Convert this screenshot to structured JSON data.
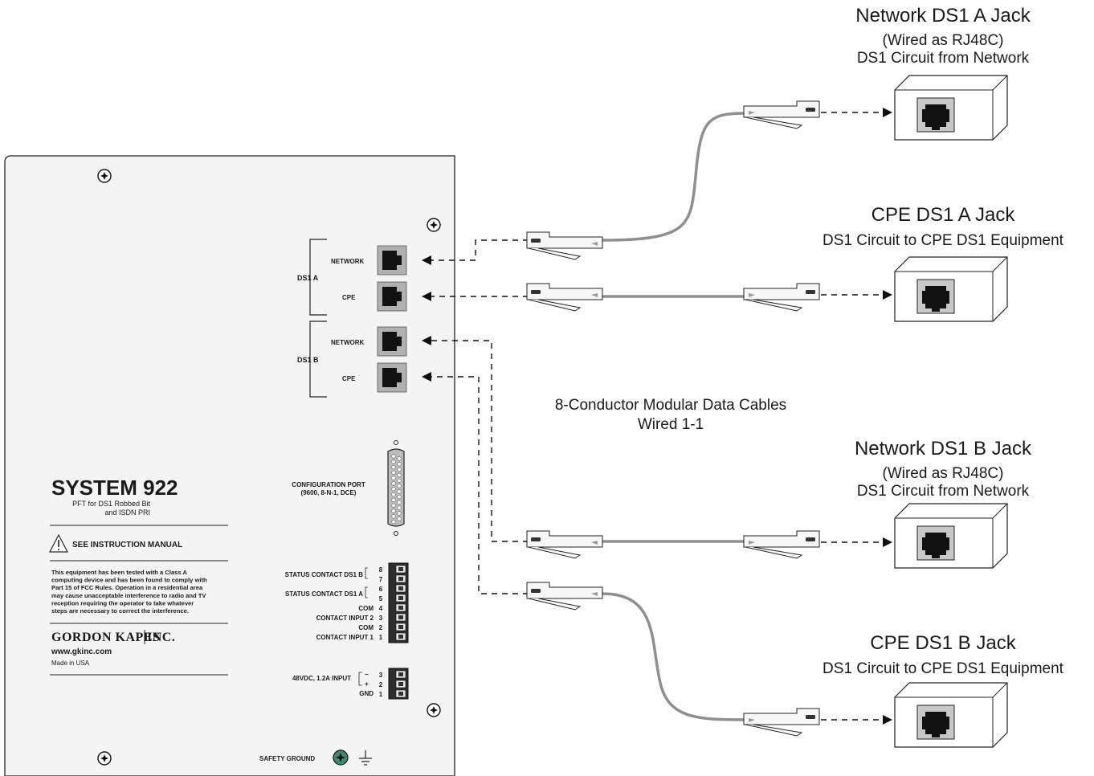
{
  "panel": {
    "title": "SYSTEM 922",
    "subtitle_1": "PFT for DS1 Robbed Bit",
    "subtitle_2": "and ISDN PRI",
    "warning": "SEE INSTRUCTION MANUAL",
    "fcc_lines": [
      "This equipment has been tested with a Class A",
      "computing device and has been found to comply with",
      "Part 15 of FCC Rules. Operation in a residential area",
      "may cause unacceptable interference to radio and TV",
      "reception requiring the operator to take whatever",
      "steps are necessary to correct the interference."
    ],
    "brand_left": "GORDON KAPES",
    "brand_right": "INC.",
    "website": "www.gkinc.com",
    "made_in": "Made in USA",
    "ds1a_label": "DS1 A",
    "ds1b_label": "DS1 B",
    "network_label": "NETWORK",
    "cpe_label": "CPE",
    "config_port_1": "CONFIGURATION PORT",
    "config_port_2": "(9600, 8-N-1, DCE)",
    "terminal_labels": {
      "status_b": "STATUS CONTACT DS1 B",
      "status_a": "STATUS CONTACT DS1 A",
      "com": "COM",
      "contact_input_2": "CONTACT INPUT 2",
      "contact_input_1": "CONTACT INPUT 1",
      "power": "48VDC, 1.2A INPUT",
      "gnd": "GND",
      "minus": "−",
      "plus": "+",
      "pins": [
        "8",
        "7",
        "6",
        "5",
        "4",
        "3",
        "2",
        "1"
      ],
      "power_pins": [
        "3",
        "2",
        "1"
      ]
    },
    "safety_ground": "SAFETY GROUND"
  },
  "cables_label_1": "8-Conductor Modular Data Cables",
  "cables_label_2": "Wired 1-1",
  "jacks": [
    {
      "title": "Network DS1 A Jack",
      "sub1": "(Wired as RJ48C)",
      "sub2": "DS1 Circuit from Network"
    },
    {
      "title": "CPE DS1 A Jack",
      "sub1": "DS1 Circuit to CPE DS1 Equipment"
    },
    {
      "title": "Network DS1 B Jack",
      "sub1": "(Wired as RJ48C)",
      "sub2": "DS1 Circuit from Network"
    },
    {
      "title": "CPE DS1 B Jack",
      "sub1": "DS1 Circuit to CPE DS1 Equipment"
    }
  ],
  "colors": {
    "cable": "#8f8f8f",
    "panel_fill": "#f4f4f4",
    "port_fill": "#b8b8b8",
    "screw_green": "#3d8a6e"
  }
}
